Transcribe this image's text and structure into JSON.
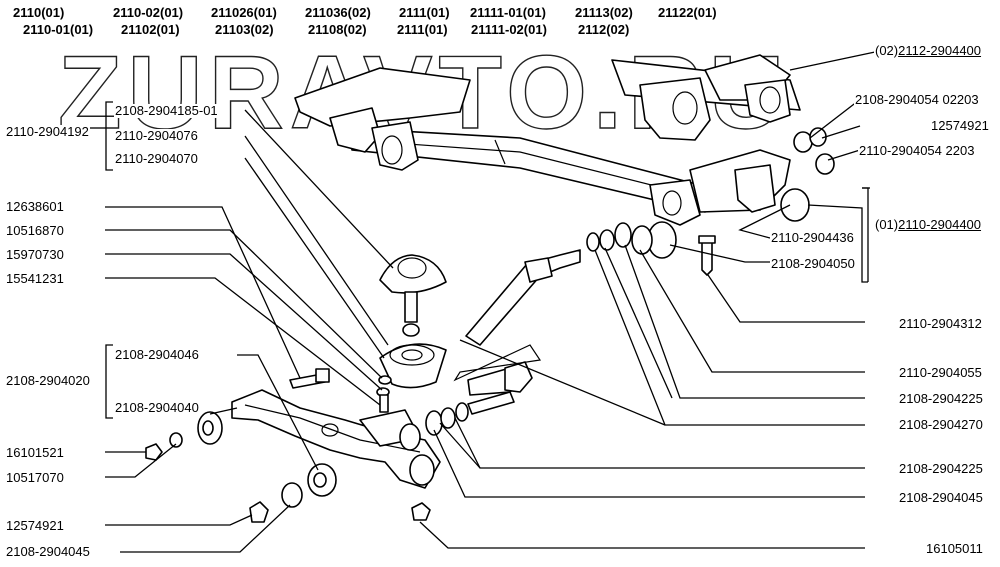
{
  "watermark": "ZURAVTO.RU",
  "header_row1": [
    "2110(01)",
    "2110-02(01)",
    "211026(01)",
    "211036(02)",
    "2111(01)",
    "21111-01(01)",
    "21113(02)",
    "21122(01)"
  ],
  "header_row2": [
    "2110-01(01)",
    "21102(01)",
    "21103(02)",
    "21108(02)",
    "2111(01)",
    "21111-02(01)",
    "2112(02)"
  ],
  "labels": {
    "ref_2112_2904400_prefix": "(02)",
    "ref_2112_2904400": "2112-2904400",
    "p_2108_2904054_02203": "2108-2904054 02203",
    "p_12574921_top": "12574921",
    "p_2110_2904054_2203": "2110-2904054 2203",
    "ref_2110_2904400_prefix": "(01)",
    "ref_2110_2904400": "2110-2904400",
    "p_2110_2904436": "2110-2904436",
    "p_2108_2904050": "2108-2904050",
    "p_2110_2904312": "2110-2904312",
    "p_2110_2904055": "2110-2904055",
    "p_2108_2904225_a": "2108-2904225",
    "p_2108_2904270": "2108-2904270",
    "p_2108_2904225_b": "2108-2904225",
    "p_2108_2904045_right": "2108-2904045",
    "p_16105011": "16105011",
    "p_2108_2904185_01": "2108-2904185-01",
    "p_2110_2904192": "2110-2904192",
    "p_2110_2904076": "2110-2904076",
    "p_2110_2904070": "2110-2904070",
    "p_12638601": "12638601",
    "p_10516870": "10516870",
    "p_15970730": "15970730",
    "p_15541231": "15541231",
    "p_2108_2904046": "2108-2904046",
    "p_2108_2904020": "2108-2904020",
    "p_2108_2904040": "2108-2904040",
    "p_16101521": "16101521",
    "p_10517070": "10517070",
    "p_12574921_bottom": "12574921",
    "p_2108_2904045_left": "2108-2904045"
  }
}
